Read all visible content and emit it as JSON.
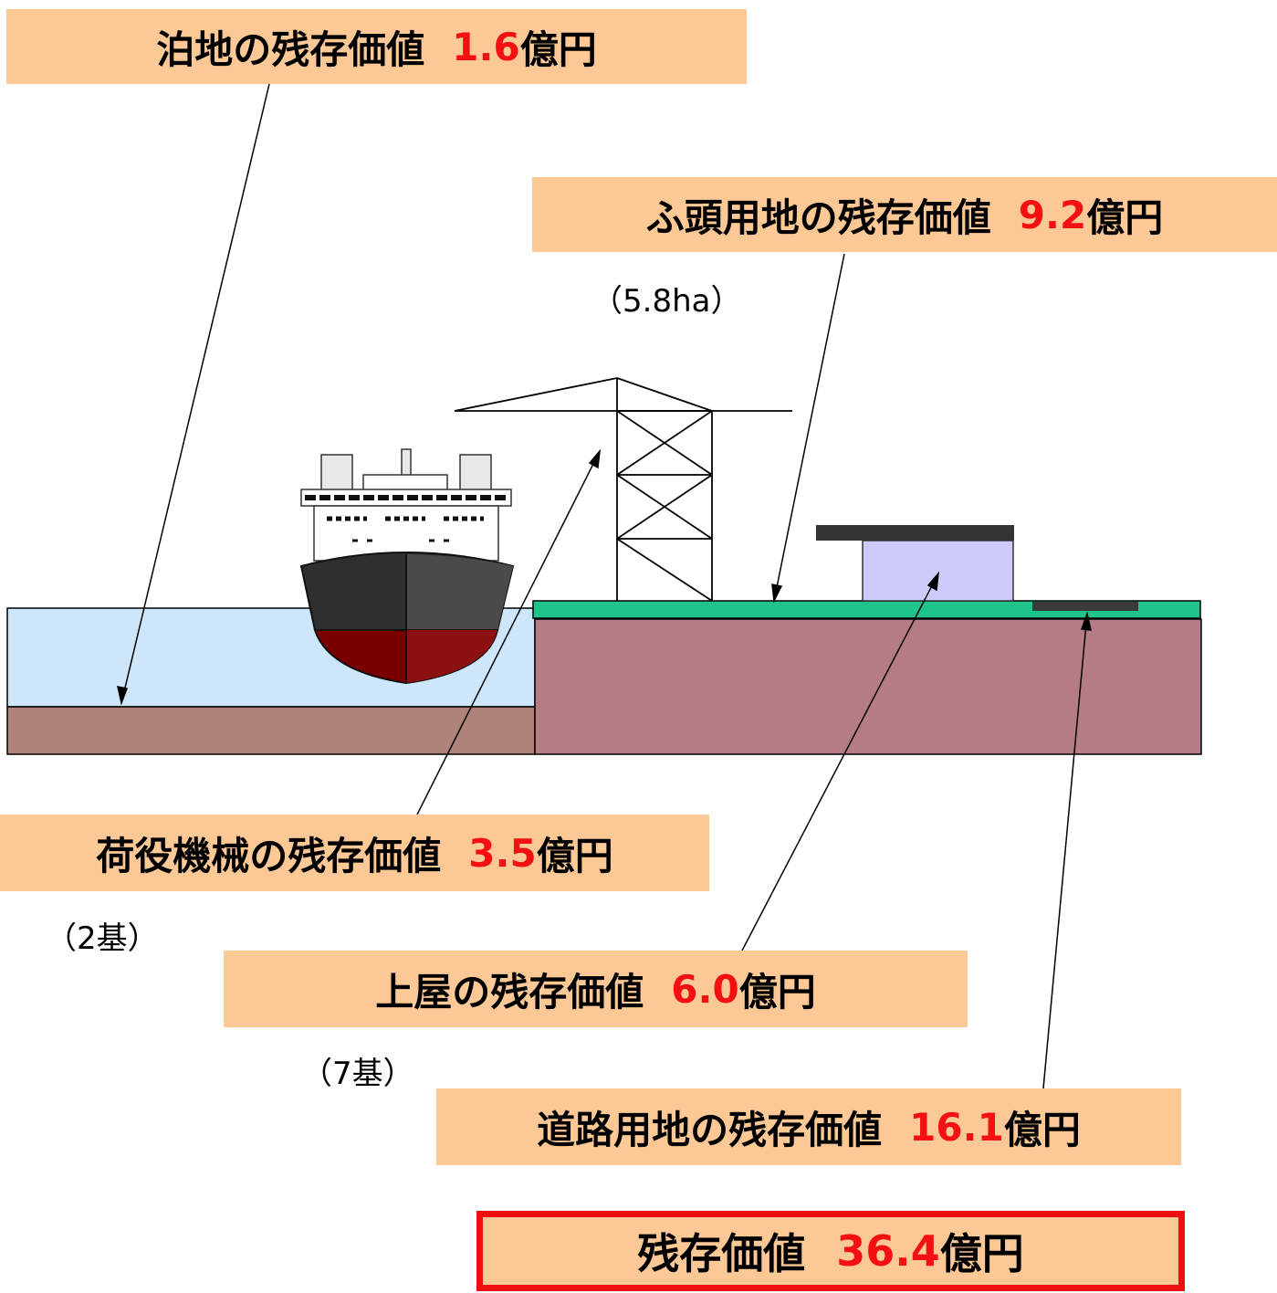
{
  "labels": {
    "anchorage": {
      "text": "泊地の残存価値",
      "value": "1.6",
      "unit": "億円"
    },
    "wharf_land": {
      "text": "ふ頭用地の残存価値",
      "value": "9.2",
      "unit": "億円",
      "note": "（5.8ha）"
    },
    "cargo_machinery": {
      "text": "荷役機械の残存価値",
      "value": "3.5",
      "unit": "億円",
      "note": "（2基）"
    },
    "shed": {
      "text": "上屋の残存価値",
      "value": "6.0",
      "unit": "億円",
      "note": "（7基）"
    },
    "road_land": {
      "text": "道路用地の残存価値",
      "value": "16.1",
      "unit": "億円"
    }
  },
  "total": {
    "text": "残存価値",
    "value": "36.4",
    "unit": "億円"
  },
  "colors": {
    "label_bg": "#fcc996",
    "value_red": "#f41010",
    "water": "#cde6fa",
    "seabed": "#b08379",
    "quay_body": "#b57c86",
    "wharf_surface": "#1ec489",
    "shed_body": "#cccbfb",
    "shed_roof": "#333333",
    "hull_top": "#2b2b2b",
    "hull_bottom": "#7a0000",
    "total_border": "#ee1010"
  }
}
